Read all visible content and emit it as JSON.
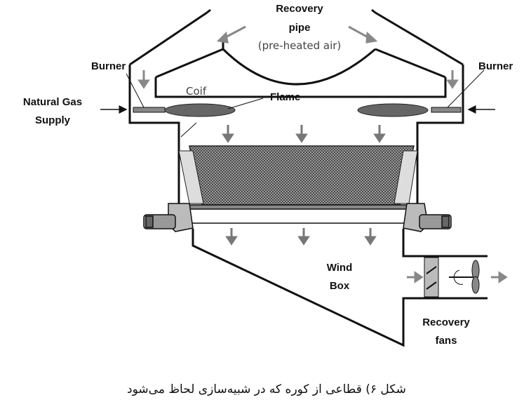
{
  "labels": {
    "recovery_pipe_line1": "Recovery",
    "recovery_pipe_line2": "pipe",
    "recovery_pipe_line3": "(pre-heated air)",
    "burner_left": "Burner",
    "burner_right": "Burner",
    "natural_gas_line1": "Natural Gas",
    "natural_gas_line2": "Supply",
    "coif": "Coif",
    "flame": "Flame",
    "wind_box_line1": "Wind",
    "wind_box_line2": "Box",
    "recovery_fans_line1": "Recovery",
    "recovery_fans_line2": "fans"
  },
  "caption": "شکل ۶) قطاعی از کوره که در شبیه‌سازی لحاظ می‌شود",
  "colors": {
    "line": "#111111",
    "arrow_gray": "#888888",
    "flame_fill": "#666666",
    "bed_fill": "#6a6a6a"
  }
}
